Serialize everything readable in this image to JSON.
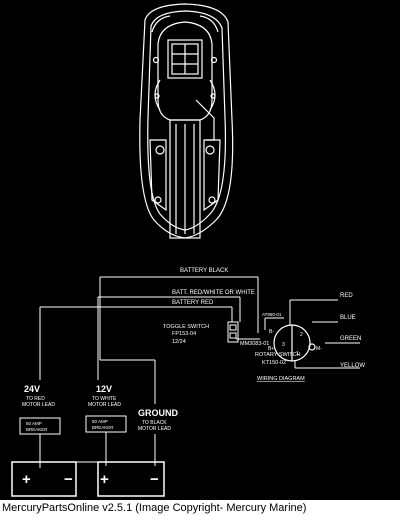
{
  "diagram": {
    "wires": {
      "battery_black": "BATTERY BLACK",
      "batt_red_white_or_white": "BATT. RED/WHITE OR WHITE",
      "battery_red": "BATTERY RED"
    },
    "toggle_switch": {
      "title": "TOGGLE SWITCH",
      "part": "FP153-04",
      "voltage": "12/24"
    },
    "rotary_switch": {
      "part_top": "AT960-01",
      "part_mm": "MM3083-01",
      "title": "ROTARY SWITCH",
      "part": "KT150-02",
      "terminals": [
        "B-",
        "B+",
        "3",
        "M-",
        "2",
        "1"
      ]
    },
    "diagram_title": "WIRING DIAGRAM",
    "motor_leads": [
      "RED",
      "BLUE",
      "GREEN",
      "YELLOW"
    ],
    "supply": {
      "v24": {
        "title": "24V",
        "sub1": "TO RED",
        "sub2": "MOTOR LEAD",
        "breaker1": "50 AMP",
        "breaker2": "BREAKER"
      },
      "v12": {
        "title": "12V",
        "sub1": "TO WHITE",
        "sub2": "MOTOR LEAD",
        "breaker1": "50 AMP",
        "breaker2": "BREAKER"
      },
      "ground": {
        "title": "GROUND",
        "sub1": "TO BLACK",
        "sub2": "MOTOR LEAD"
      }
    },
    "battery_signs": [
      "+",
      "−",
      "+",
      "−"
    ]
  },
  "caption": "MercuryPartsOnline v2.5.1 (Image Copyright- Mercury Marine)"
}
